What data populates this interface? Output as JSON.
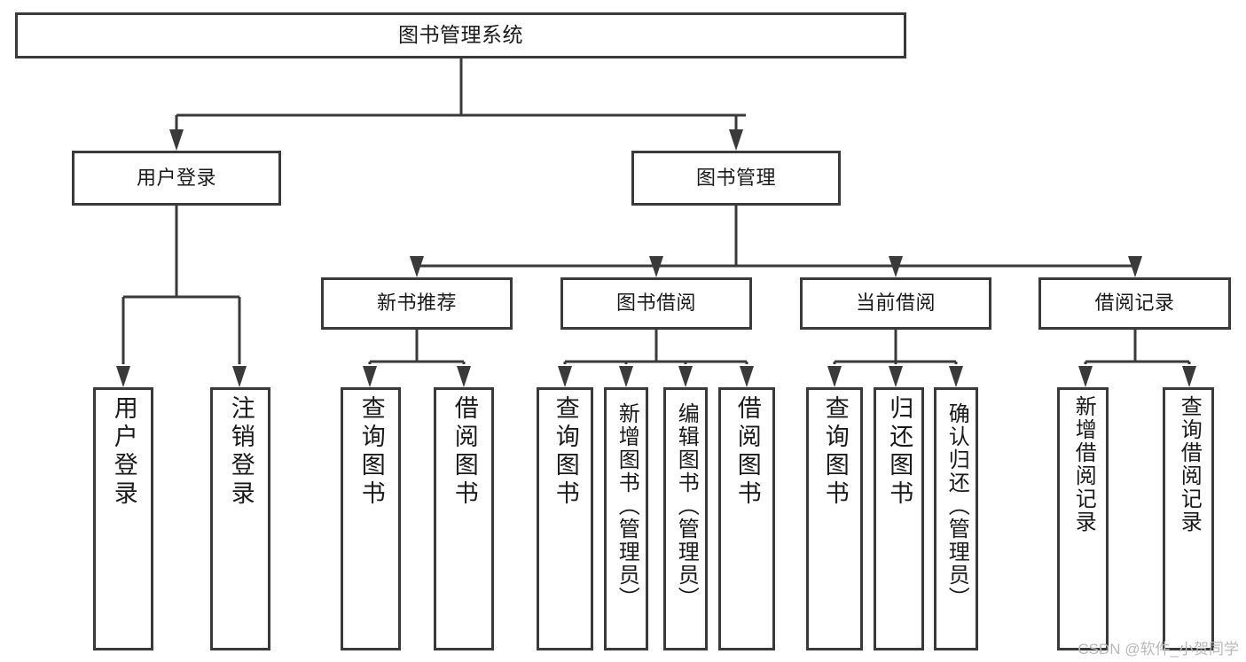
{
  "diagram": {
    "title": "图书管理系统",
    "type": "tree-hierarchy-diagram",
    "colors": {
      "node_border": "#3a3a3a",
      "node_fill": "#ffffff",
      "connector": "#3a3a3a",
      "text": "#1a1a1a",
      "watermark": "#b9b9b9",
      "background": "#ffffff"
    },
    "root": {
      "label": "图书管理系统"
    },
    "level2": [
      {
        "label": "用户登录"
      },
      {
        "label": "图书管理"
      }
    ],
    "level3": [
      {
        "label": "新书推荐"
      },
      {
        "label": "图书借阅"
      },
      {
        "label": "当前借阅"
      },
      {
        "label": "借阅记录"
      }
    ],
    "leaves": {
      "user_login": [
        {
          "label": "用户登录"
        },
        {
          "label": "注销登录"
        }
      ],
      "new_book_recommend": [
        {
          "label": "查询图书"
        },
        {
          "label": "借阅图书"
        }
      ],
      "book_borrow": [
        {
          "label": "查询图书"
        },
        {
          "label": "新增图书（管理员）"
        },
        {
          "label": "编辑图书（管理员）"
        },
        {
          "label": "借阅图书"
        }
      ],
      "current_borrow": [
        {
          "label": "查询图书"
        },
        {
          "label": "归还图书"
        },
        {
          "label": "确认归还（管理员）"
        }
      ],
      "borrow_record": [
        {
          "label": "新增借阅记录"
        },
        {
          "label": "查询借阅记录"
        }
      ]
    },
    "watermark": "CSDN @软件_小贺同学"
  }
}
